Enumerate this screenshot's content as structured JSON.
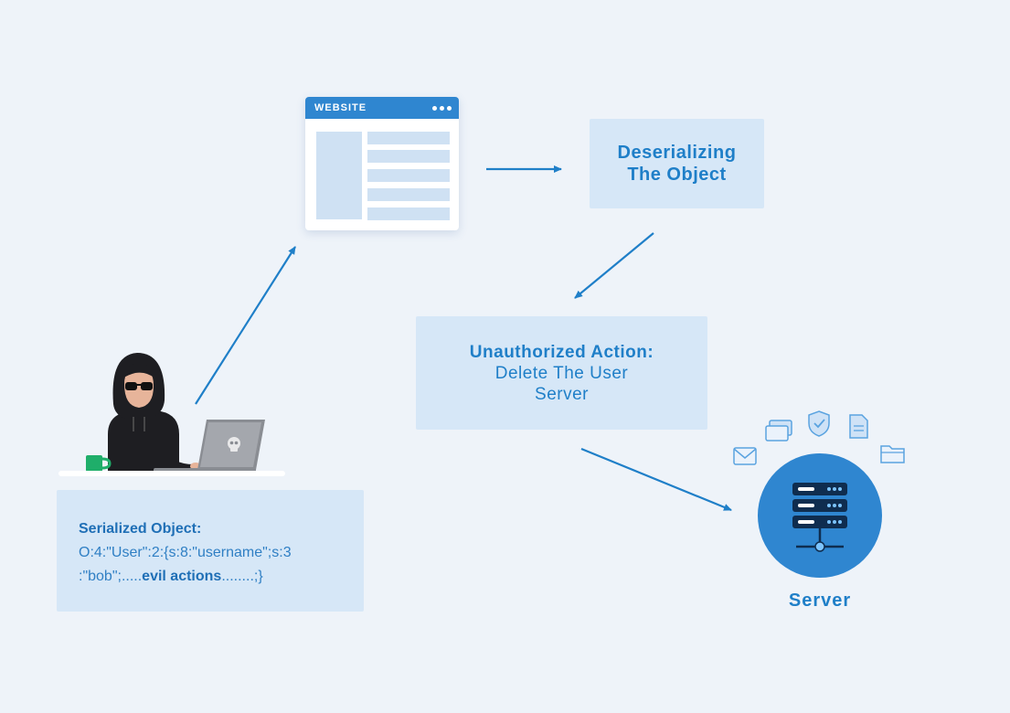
{
  "website": {
    "title": "WEBSITE"
  },
  "deserialize": {
    "line1": "Deserializing",
    "line2": "The Object"
  },
  "unauthorized": {
    "line1": "Unauthorized Action:",
    "line2": "Delete The User",
    "line3": "Server"
  },
  "serialized": {
    "label": "Serialized Object:",
    "line1": "O:4:\"User\":2:{s:8:\"username\";s:3",
    "line2_prefix": ":\"bob\";.....",
    "line2_bold": "evil actions",
    "line2_suffix": "........;}"
  },
  "server": {
    "label": "Server"
  },
  "icons": [
    "hacker-figure",
    "laptop-icon",
    "skull-icon",
    "mug-icon",
    "server-rack-icon",
    "envelope-icon",
    "cards-icon",
    "shield-check-icon",
    "document-icon",
    "folder-icon"
  ],
  "colors": {
    "accent": "#2f86d0",
    "text": "#1f7fc8",
    "box": "#d6e7f7",
    "background": "#eef3f9"
  }
}
